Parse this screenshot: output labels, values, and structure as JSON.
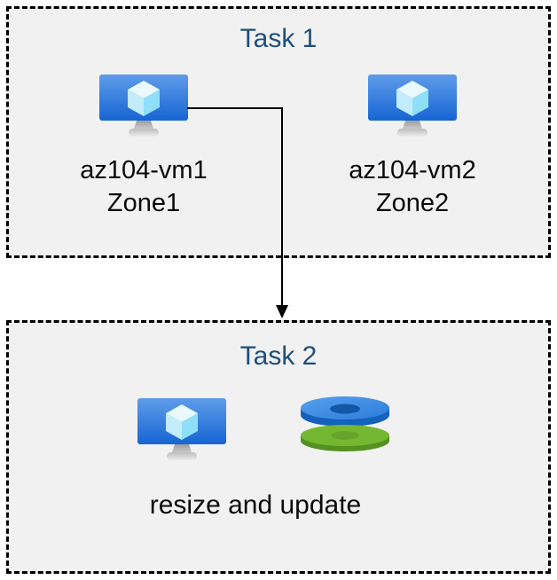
{
  "task1": {
    "title": "Task 1",
    "vm1": {
      "name": "az104-vm1",
      "zone": "Zone1"
    },
    "vm2": {
      "name": "az104-vm2",
      "zone": "Zone2"
    }
  },
  "task2": {
    "title": "Task 2",
    "caption": "resize and update"
  },
  "icons": {
    "vm": "azure-virtual-machine-icon",
    "disks": "azure-disks-icon",
    "arrow": "down-arrow-connector"
  },
  "colors": {
    "title_text": "#1f4e79",
    "body_text": "#0a0a0a",
    "box_background": "#f1f1f1",
    "box_border": "#000000",
    "vm_screen_blue_top": "#5f9ce9",
    "vm_screen_blue_bottom": "#1665d3",
    "vm_cube_light": "#eaf9fe",
    "disk_blue": "#2b7cd9",
    "disk_blue_hole": "#1358a5",
    "disk_green": "#74b832",
    "disk_green_hole": "#68a42b",
    "arrow": "#000000"
  }
}
